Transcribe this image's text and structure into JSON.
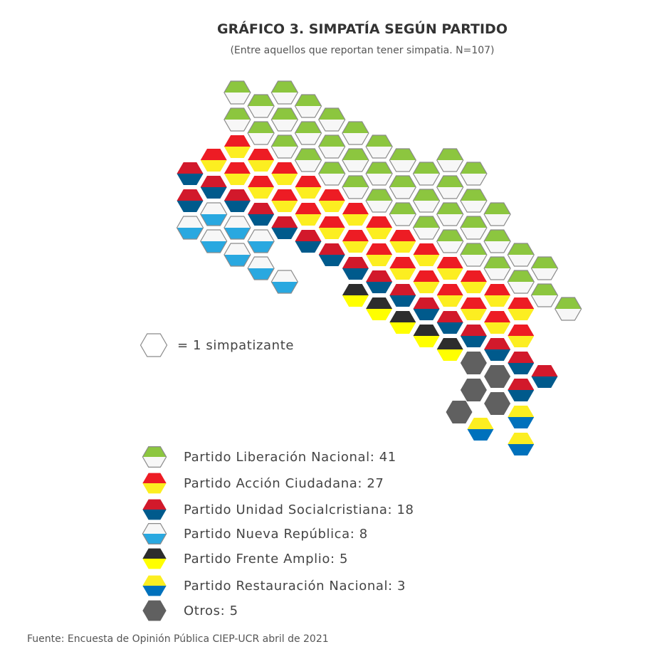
{
  "chart_data": {
    "type": "hex-map",
    "title": "GRÁFICO 3. SIMPATÍA SEGÚN PARTIDO",
    "subtitle": "(Entre aquellos que reportan tener simpatia. N=107)",
    "unit_label": "= 1 simpatizante",
    "series": [
      {
        "name": "Partido Liberación Nacional",
        "value": 41,
        "label": "Partido Liberación Nacional: 41",
        "top": "#8cc63f",
        "bottom": "#f7f7f7",
        "outline": true
      },
      {
        "name": "Partido Acción Ciudadana",
        "value": 27,
        "label": "Partido Acción Ciudadana: 27",
        "top": "#ed1c24",
        "bottom": "#fcee21",
        "outline": false
      },
      {
        "name": "Partido Unidad Socialcristiana",
        "value": 18,
        "label": "Partido Unidad Socialcristiana: 18",
        "top": "#d2192b",
        "bottom": "#005a8c",
        "outline": false
      },
      {
        "name": "Partido Nueva República",
        "value": 8,
        "label": "Partido Nueva República: 8",
        "top": "#f7f7f7",
        "bottom": "#29a8e0",
        "outline": true
      },
      {
        "name": "Partido Frente Amplio",
        "value": 5,
        "label": "Partido Frente Amplio: 5",
        "top": "#2d2d2d",
        "bottom": "#ffff00",
        "outline": false
      },
      {
        "name": "Partido Restauración Nacional",
        "value": 3,
        "label": "Partido Restauración Nacional: 3",
        "top": "#fcee21",
        "bottom": "#0071bc",
        "outline": false
      },
      {
        "name": "Otros",
        "value": 5,
        "label": "Otros: 5",
        "top": "#606060",
        "bottom": "#606060",
        "outline": false
      }
    ]
  },
  "footer": "Fuente: Encuesta de Opinión Pública CIEP-UCR abril de 2021"
}
